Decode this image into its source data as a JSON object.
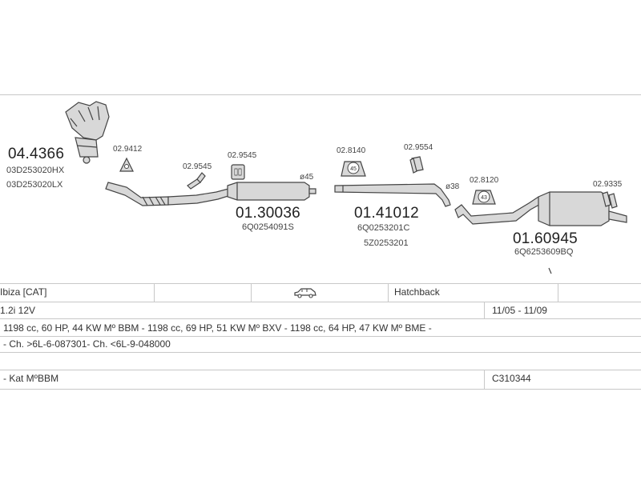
{
  "parts": {
    "catalyst": {
      "number": "04.4366",
      "refs": [
        "03D253020HX",
        "03D253020LX"
      ]
    },
    "front_pipe": {
      "number": "01.30036",
      "ref": "6Q0254091S",
      "diameter": "ø45"
    },
    "middle": {
      "number": "01.41012",
      "refs": [
        "6Q0253201C",
        "5Z0253201"
      ],
      "diameter": "ø38"
    },
    "rear": {
      "number": "01.60945",
      "ref": "6Q6253609BQ"
    }
  },
  "accessories": {
    "gasket_a": "02.9412",
    "bracket_a": "02.9545",
    "bracket_b": "02.9545",
    "clamp_a": {
      "number": "02.8140",
      "size": "45"
    },
    "hanger_a": "02.9554",
    "clamp_b": {
      "number": "02.8120",
      "size": "43"
    },
    "hanger_b": "02.9335"
  },
  "info": {
    "model": "Ibiza  [CAT]",
    "body_type": "Hatchback",
    "engine": "1.2i 12V",
    "years": "11/05 - 11/09",
    "engine_variants": "1198 cc, 60 HP, 44 KW Mº BBM -  1198 cc, 69 HP, 51 KW Mº BXV -  1198 cc, 64 HP, 47 KW Mº BME -",
    "chassis": "- Ch. >6L-6-087301- Ch. <6L-9-048000",
    "note": "- Kat MºBBM",
    "code": "C310344"
  },
  "icons": {
    "vehicle": "car-icon"
  }
}
